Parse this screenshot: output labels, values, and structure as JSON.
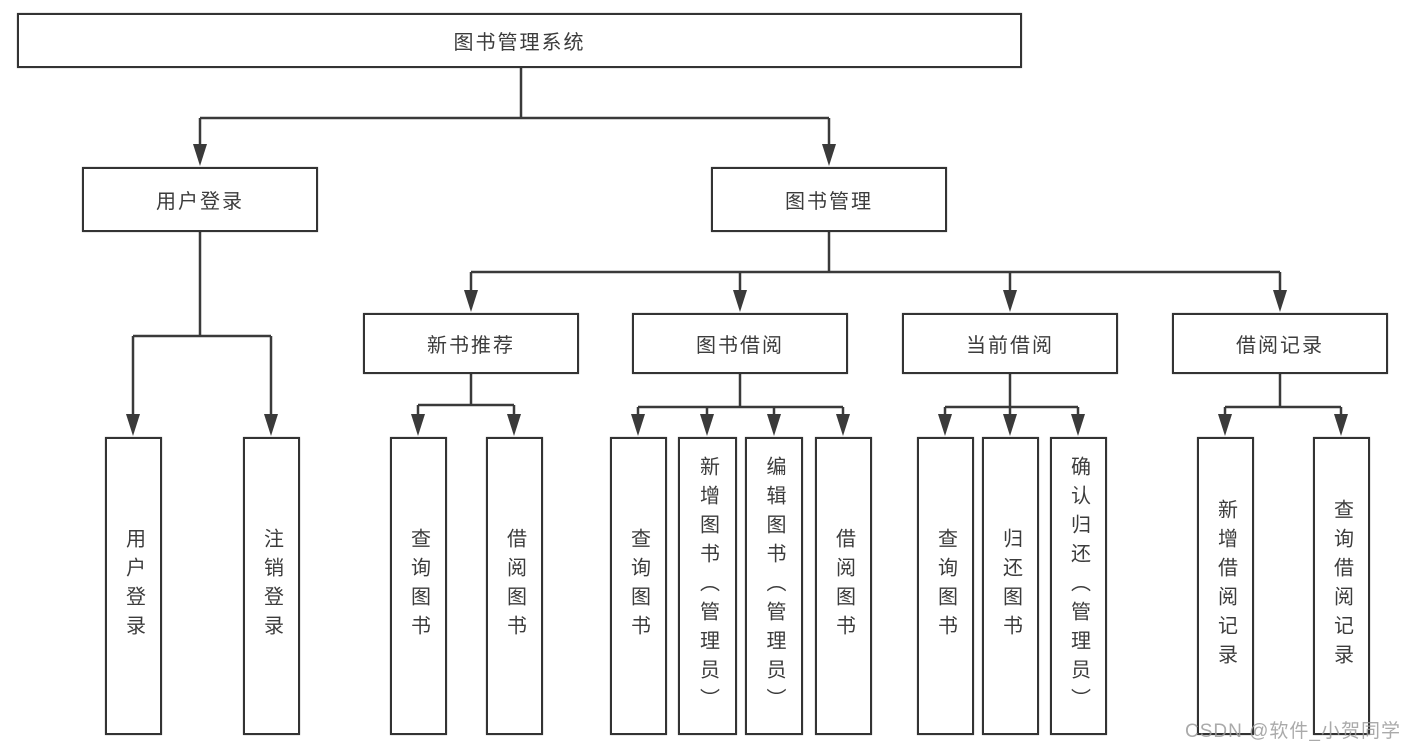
{
  "tree": {
    "root": {
      "label": "图书管理系统",
      "children": [
        {
          "label": "用户登录",
          "children": [
            {
              "label": "用户登录"
            },
            {
              "label": "注销登录"
            }
          ]
        },
        {
          "label": "图书管理",
          "children": [
            {
              "label": "新书推荐",
              "children": [
                {
                  "label": "查询图书"
                },
                {
                  "label": "借阅图书"
                }
              ]
            },
            {
              "label": "图书借阅",
              "children": [
                {
                  "label": "查询图书"
                },
                {
                  "label": "新增图书（管理员）"
                },
                {
                  "label": "编辑图书（管理员）"
                },
                {
                  "label": "借阅图书"
                }
              ]
            },
            {
              "label": "当前借阅",
              "children": [
                {
                  "label": "查询图书"
                },
                {
                  "label": "归还图书"
                },
                {
                  "label": "确认归还（管理员）"
                }
              ]
            },
            {
              "label": "借阅记录",
              "children": [
                {
                  "label": "新增借阅记录"
                },
                {
                  "label": "查询借阅记录"
                }
              ]
            }
          ]
        }
      ]
    }
  },
  "watermark": {
    "text": "CSDN @软件_小贺同学"
  },
  "colors": {
    "line": "#3a3a3a",
    "box_border": "#333333",
    "box_fill": "#ffffff",
    "text": "#3c3c3c",
    "watermark": "#9c9c9c",
    "background": "#ffffff"
  }
}
